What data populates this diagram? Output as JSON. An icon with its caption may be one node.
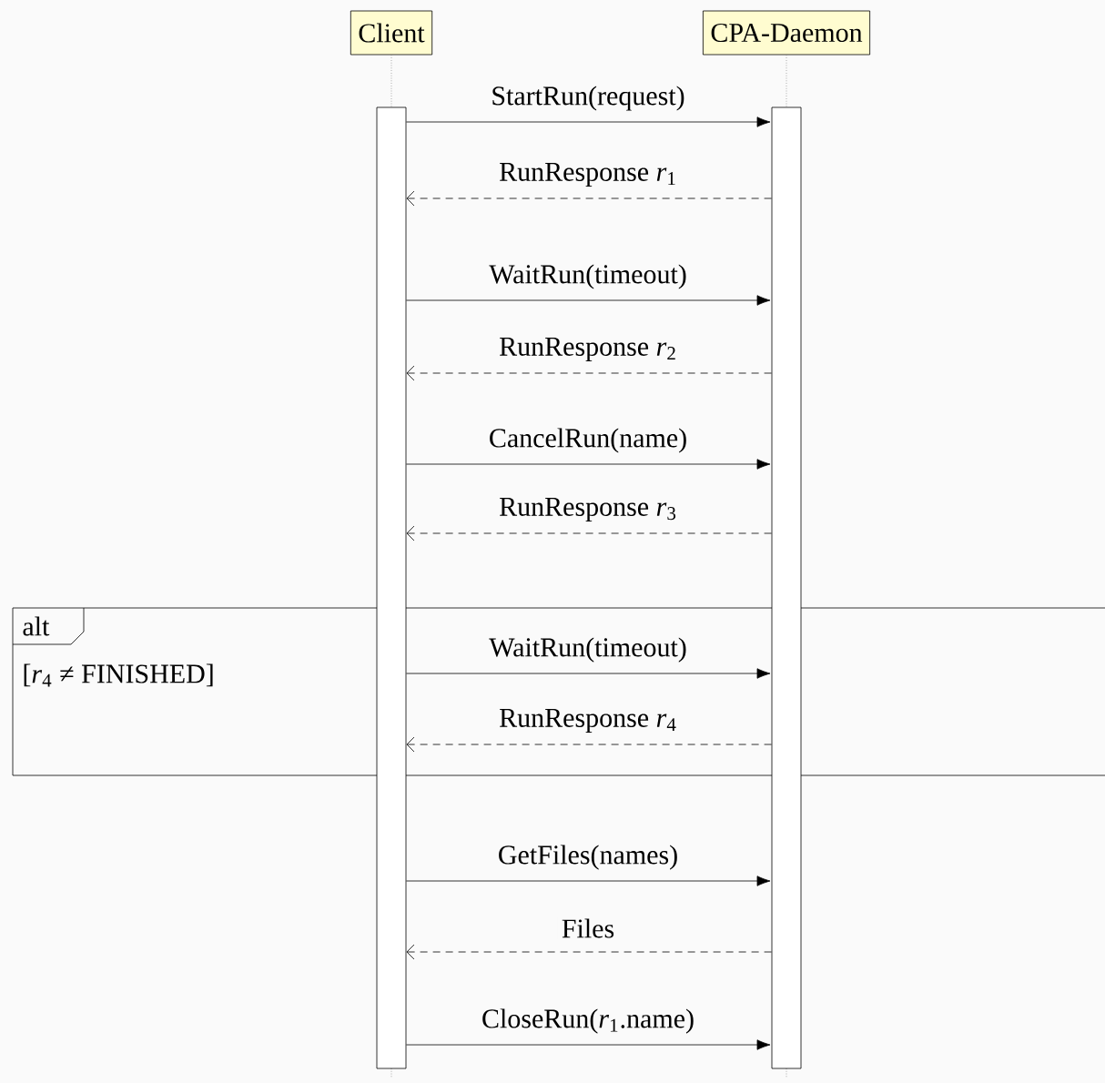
{
  "diagram": {
    "nodes": [
      {
        "text": [
          "Client"
        ]
      },
      {
        "text": [
          "CPA-Daemon"
        ]
      },
      {
        "text": [],
        "shape": "bar"
      },
      {
        "text": [],
        "shape": "bar"
      }
    ],
    "edges": [
      {
        "from": 0,
        "to": 2,
        "arrow": "none",
        "style": "dashed",
        "color": "#808080"
      },
      {
        "from": 1,
        "to": 3,
        "arrow": "none",
        "style": "dashed",
        "color": "#808080"
      },
      {
        "from": 2,
        "to": 3,
        "arrow": "to",
        "label": "StartRun(request)"
      },
      {
        "from": 3,
        "to": 2,
        "arrow": "to",
        "label": "RunResponse *r*$_{1}$",
        "style": "dashed"
      },
      {
        "from": 2,
        "to": 3,
        "arrow": "to",
        "label": "WaitRun(timeout)"
      },
      {
        "from": 3,
        "to": 2,
        "arrow": "to",
        "label": "RunResponse *r*$_{2}$",
        "style": "dashed"
      },
      {
        "from": 2,
        "to": 3,
        "arrow": "to",
        "label": "CancelRun(name)"
      },
      {
        "from": 3,
        "to": 2,
        "arrow": "to",
        "label": "RunResponse *r*$_{3}$",
        "style": "dashed"
      },
      {
        "from": 2,
        "to": 3,
        "arrow": "to",
        "label": "WaitRun(timeout)"
      },
      {
        "from": 3,
        "to": 2,
        "arrow": "to",
        "label": "RunResponse *r*$_{4}$",
        "style": "dashed"
      },
      {
        "from": 2,
        "to": 3,
        "arrow": "to",
        "label": "GetFiles(names)"
      },
      {
        "from": 3,
        "to": 2,
        "arrow": "to",
        "label": "Files",
        "style": "dashed"
      },
      {
        "from": 2,
        "to": 3,
        "arrow": "to",
        "label": "CloseRun(*r*$_{1}$.name)"
      }
    ],
    "labels": [
      "alt",
      "[*r*$_{4}$ ≠ FINISHED]"
    ]
  }
}
